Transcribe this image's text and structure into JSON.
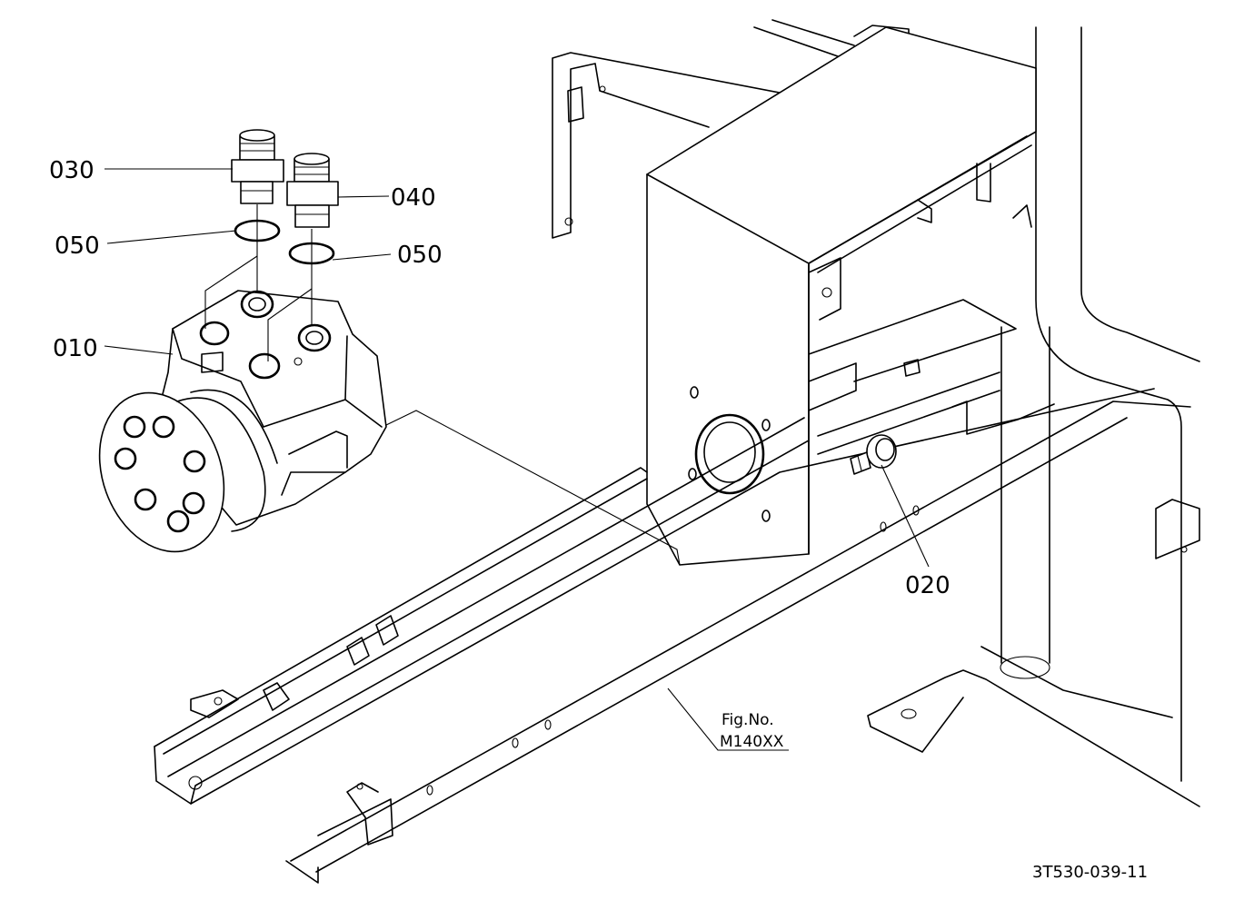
{
  "callouts": {
    "p010": "010",
    "p020": "020",
    "p030": "030",
    "p040": "040",
    "p050a": "050",
    "p050b": "050"
  },
  "fig_ref": {
    "line1": "Fig.No.",
    "line2": "M140XX"
  },
  "drawing_number": "3T530-039-11"
}
